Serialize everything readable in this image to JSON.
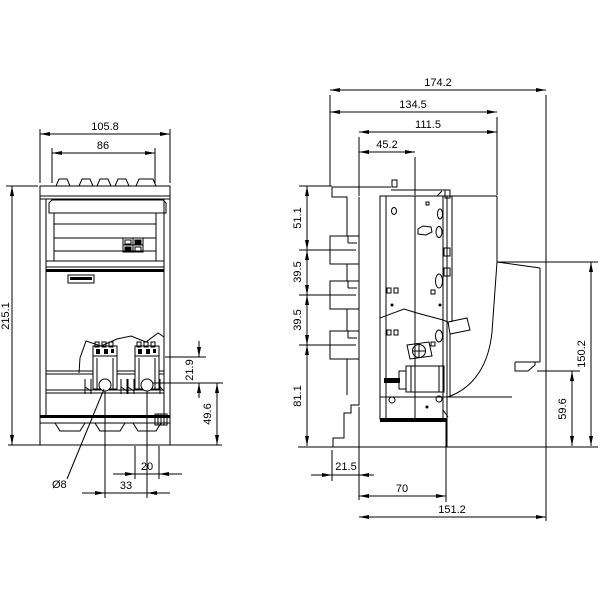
{
  "style": {
    "line_color": "#000000",
    "background": "#ffffff",
    "text_color": "#000000"
  },
  "front_view": {
    "overall_width": "105.8",
    "tab_section_width": "86",
    "overall_height": "215.1",
    "terminal_offset": "21.9",
    "terminal_to_base": "49.6",
    "slot_width": "20",
    "hole_spacing": "33",
    "hole_diameter": "Ø8"
  },
  "side_view": {
    "overall_depth": "174.2",
    "depth_to_cover": "134.5",
    "plate_depth": "111.5",
    "front_depth": "45.2",
    "top_section_height": "51.1",
    "mid_section_height_1": "39.5",
    "mid_section_height_2": "39.5",
    "bottom_section_height": "81.1",
    "cover_height": "150.2",
    "cover_foot_height": "59.6",
    "rail_offset": "21.5",
    "lug_depth": "70",
    "base_depth": "151.2"
  }
}
